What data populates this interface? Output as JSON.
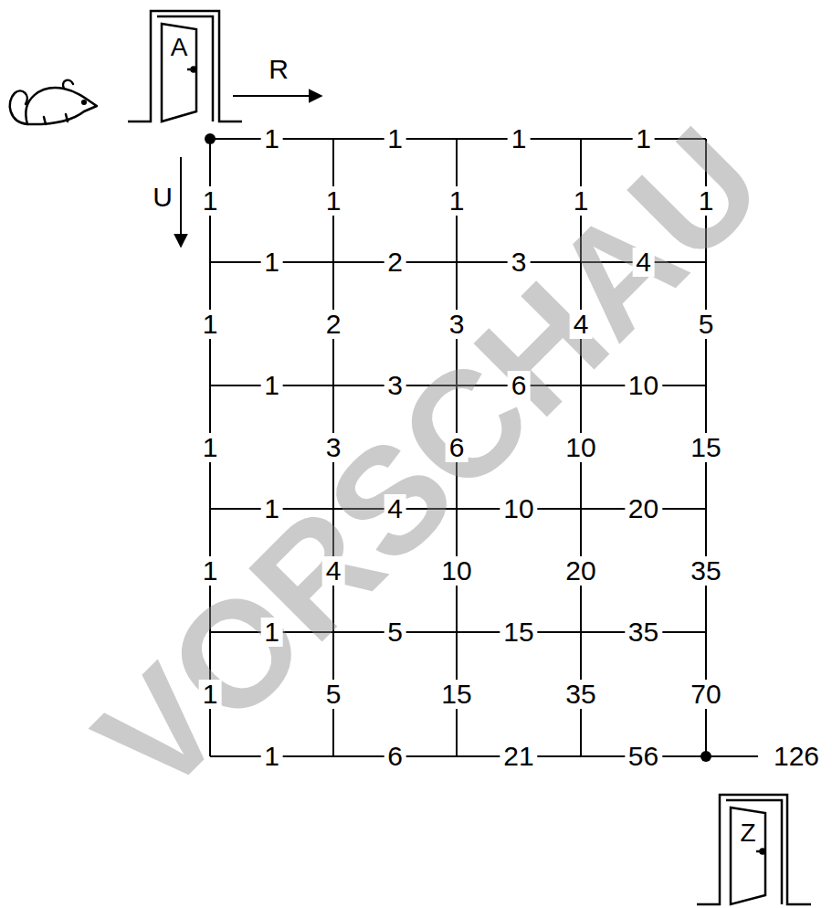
{
  "diagram": {
    "nodes": [
      {
        "text": [
          "A"
        ]
      },
      {
        "text": [
          "Z"
        ]
      }
    ],
    "labels": [
      "R",
      "1",
      "1",
      "1",
      "1",
      "U",
      "1",
      "1",
      "1",
      "1",
      "1",
      "1",
      "2",
      "3",
      "4",
      "1",
      "2",
      "3",
      "4",
      "5",
      "1",
      "3",
      "6",
      "10",
      "1",
      "3",
      "6",
      "10",
      "15",
      "1",
      "4",
      "10",
      "20",
      "1",
      "4",
      "10",
      "20",
      "35",
      "1",
      "5",
      "15",
      "35",
      "1",
      "5",
      "15",
      "35",
      "70",
      "1",
      "6",
      "21",
      "56",
      "126",
      "VORSCHAU"
    ]
  }
}
